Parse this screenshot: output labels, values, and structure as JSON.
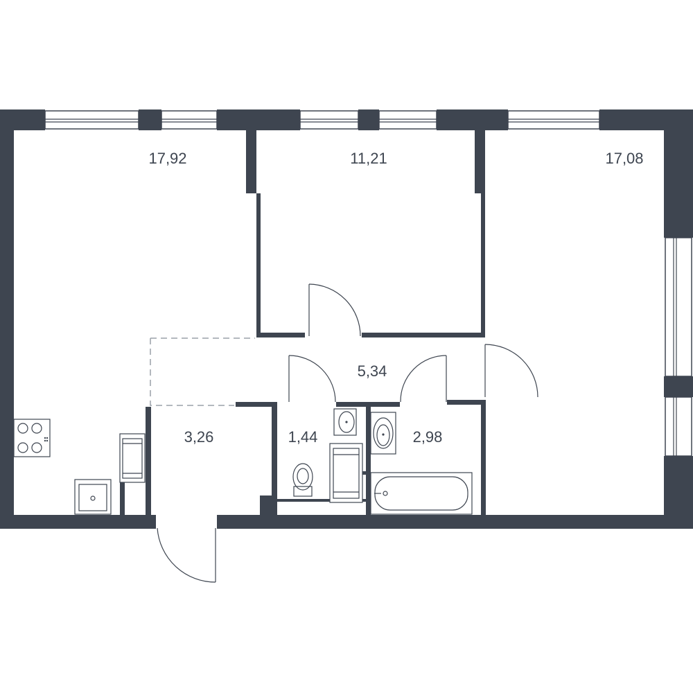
{
  "rooms": [
    {
      "id": "living-left",
      "area": "17,92"
    },
    {
      "id": "bedroom-middle",
      "area": "11,21"
    },
    {
      "id": "bedroom-right",
      "area": "17,08"
    },
    {
      "id": "hallway",
      "area": "5,34"
    },
    {
      "id": "entry",
      "area": "3,26"
    },
    {
      "id": "toilet",
      "area": "1,44"
    },
    {
      "id": "bathroom",
      "area": "2,98"
    }
  ],
  "colors": {
    "wall": "#3e4550",
    "dashed_zone": "#9aa0a8",
    "background": "#ffffff"
  },
  "icons": [
    "cooktop-icon",
    "sink-icon",
    "washer-icon",
    "toilet-icon",
    "bathtub-icon",
    "door-swing-icon"
  ]
}
